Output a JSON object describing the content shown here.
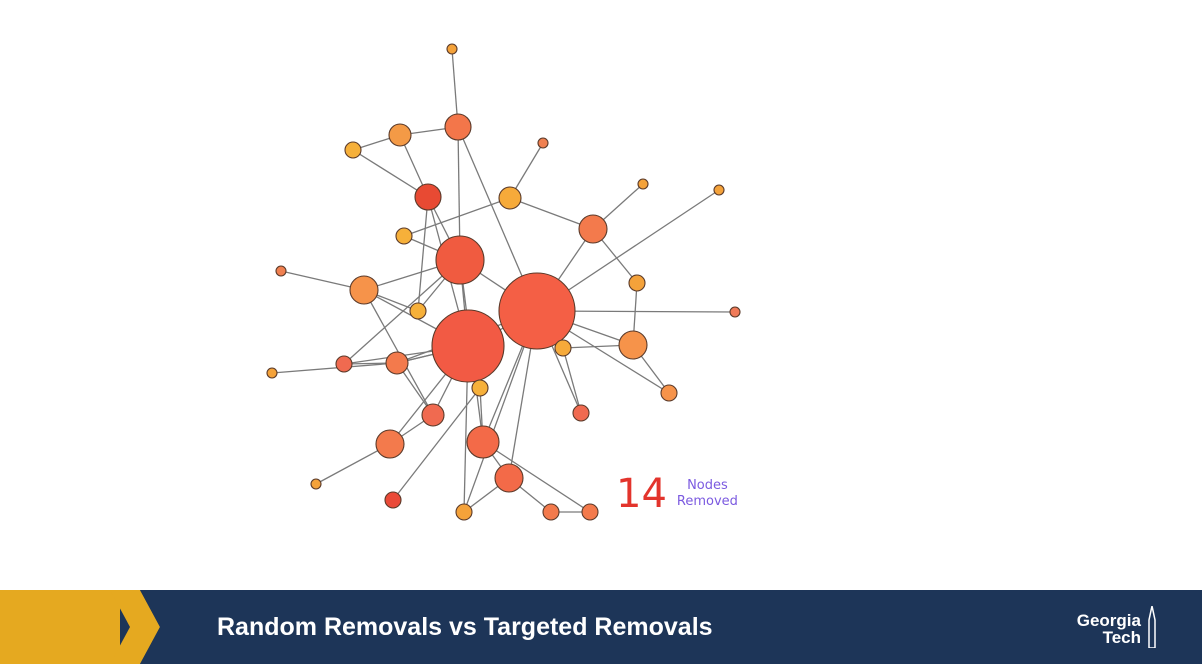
{
  "slide": {
    "title": "Random Removals vs Targeted Removals"
  },
  "counter": {
    "value": "14",
    "label_line1": "Nodes",
    "label_line2": "Removed"
  },
  "logo": {
    "line1": "Georgia",
    "line2": "Tech"
  },
  "colors": {
    "banner": "#1d3558",
    "gold": "#e5a920",
    "counter_number": "#e3342c",
    "counter_label": "#7b5ae0"
  }
}
